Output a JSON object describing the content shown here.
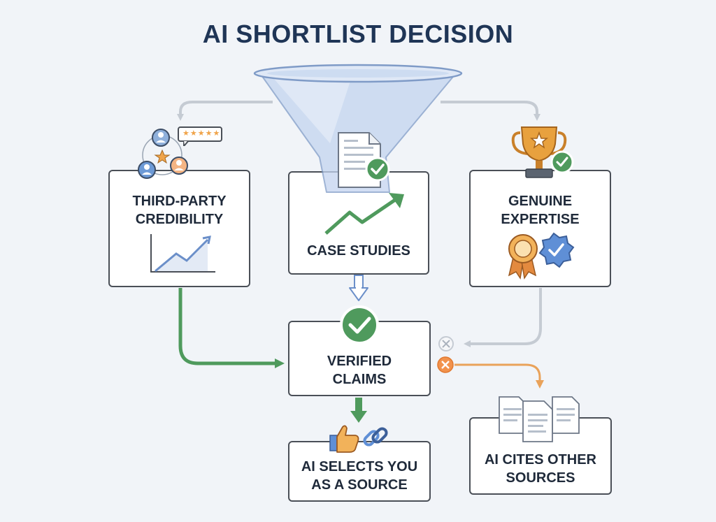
{
  "title": "AI SHORTLIST DECISION",
  "nodes": {
    "third_party": {
      "lines": [
        "THIRD-PARTY",
        "CREDIBILITY"
      ]
    },
    "case_studies": {
      "lines": [
        "CASE STUDIES"
      ]
    },
    "genuine_expertise": {
      "lines": [
        "GENUINE",
        "EXPERTISE"
      ]
    },
    "verified_claims": {
      "lines": [
        "VERIFIED",
        "CLAIMS"
      ]
    },
    "ai_selects": {
      "lines": [
        "AI SELECTS YOU",
        "AS A SOURCE"
      ]
    },
    "ai_cites_other": {
      "lines": [
        "AI CITES OTHER",
        "SOURCES"
      ]
    }
  },
  "review_stars": "★★★★★",
  "colors": {
    "title": "#1f3556",
    "green": "#4f9a5d",
    "blue": "#6b8fc9",
    "orange": "#e9a25a",
    "gray_arrow": "#c5cbd3",
    "box_border": "#4a4f57"
  },
  "icons": [
    "funnel-icon",
    "document-check-icon",
    "trend-arrow-icon",
    "users-network-icon",
    "star-rating-icon",
    "line-chart-icon",
    "trophy-icon",
    "award-badges-icon",
    "check-circle-icon",
    "thumbs-up-icon",
    "link-icon",
    "documents-icon",
    "reject-x-icon"
  ]
}
